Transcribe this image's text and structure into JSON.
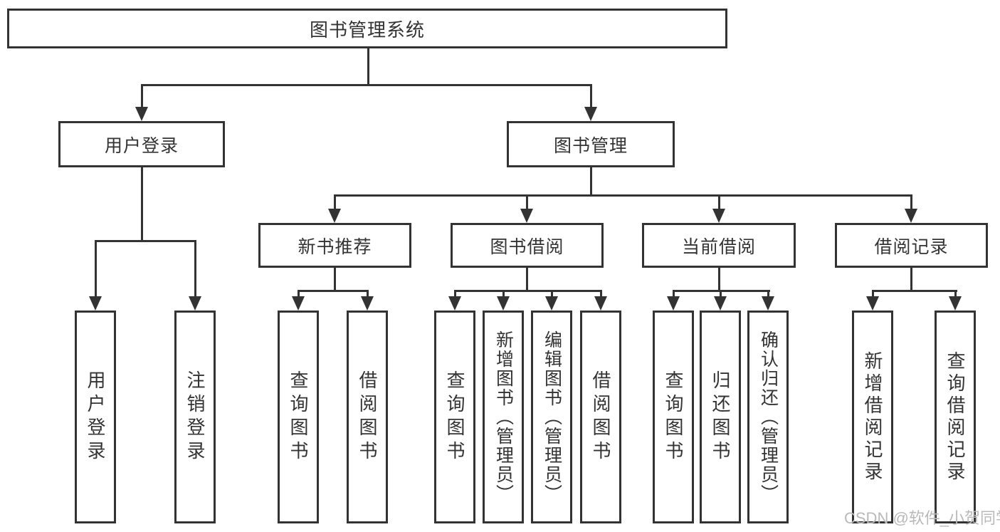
{
  "colors": {
    "line": "#333333",
    "box_border": "#333333",
    "text": "#333333",
    "watermark": "#b9b9b9",
    "background": "#ffffff"
  },
  "watermark": {
    "text": "CSDN @软件_小贺同学"
  },
  "diagram": {
    "root": {
      "label": "图书管理系统"
    },
    "level2": [
      {
        "label": "用户登录"
      },
      {
        "label": "图书管理"
      }
    ],
    "level3": [
      {
        "label": "新书推荐"
      },
      {
        "label": "图书借阅"
      },
      {
        "label": "当前借阅"
      },
      {
        "label": "借阅记录"
      }
    ],
    "leaves": {
      "user_login": [
        "用户登录",
        "注销登录"
      ],
      "new_book_recommend": [
        "查询图书",
        "借阅图书"
      ],
      "book_borrow": [
        "查询图书",
        "新增图书（管理员）",
        "编辑图书（管理员）",
        "借阅图书"
      ],
      "current_borrow": [
        "查询图书",
        "归还图书",
        "确认归还（管理员）"
      ],
      "borrow_record": [
        "新增借阅记录",
        "查询借阅记录"
      ]
    }
  }
}
